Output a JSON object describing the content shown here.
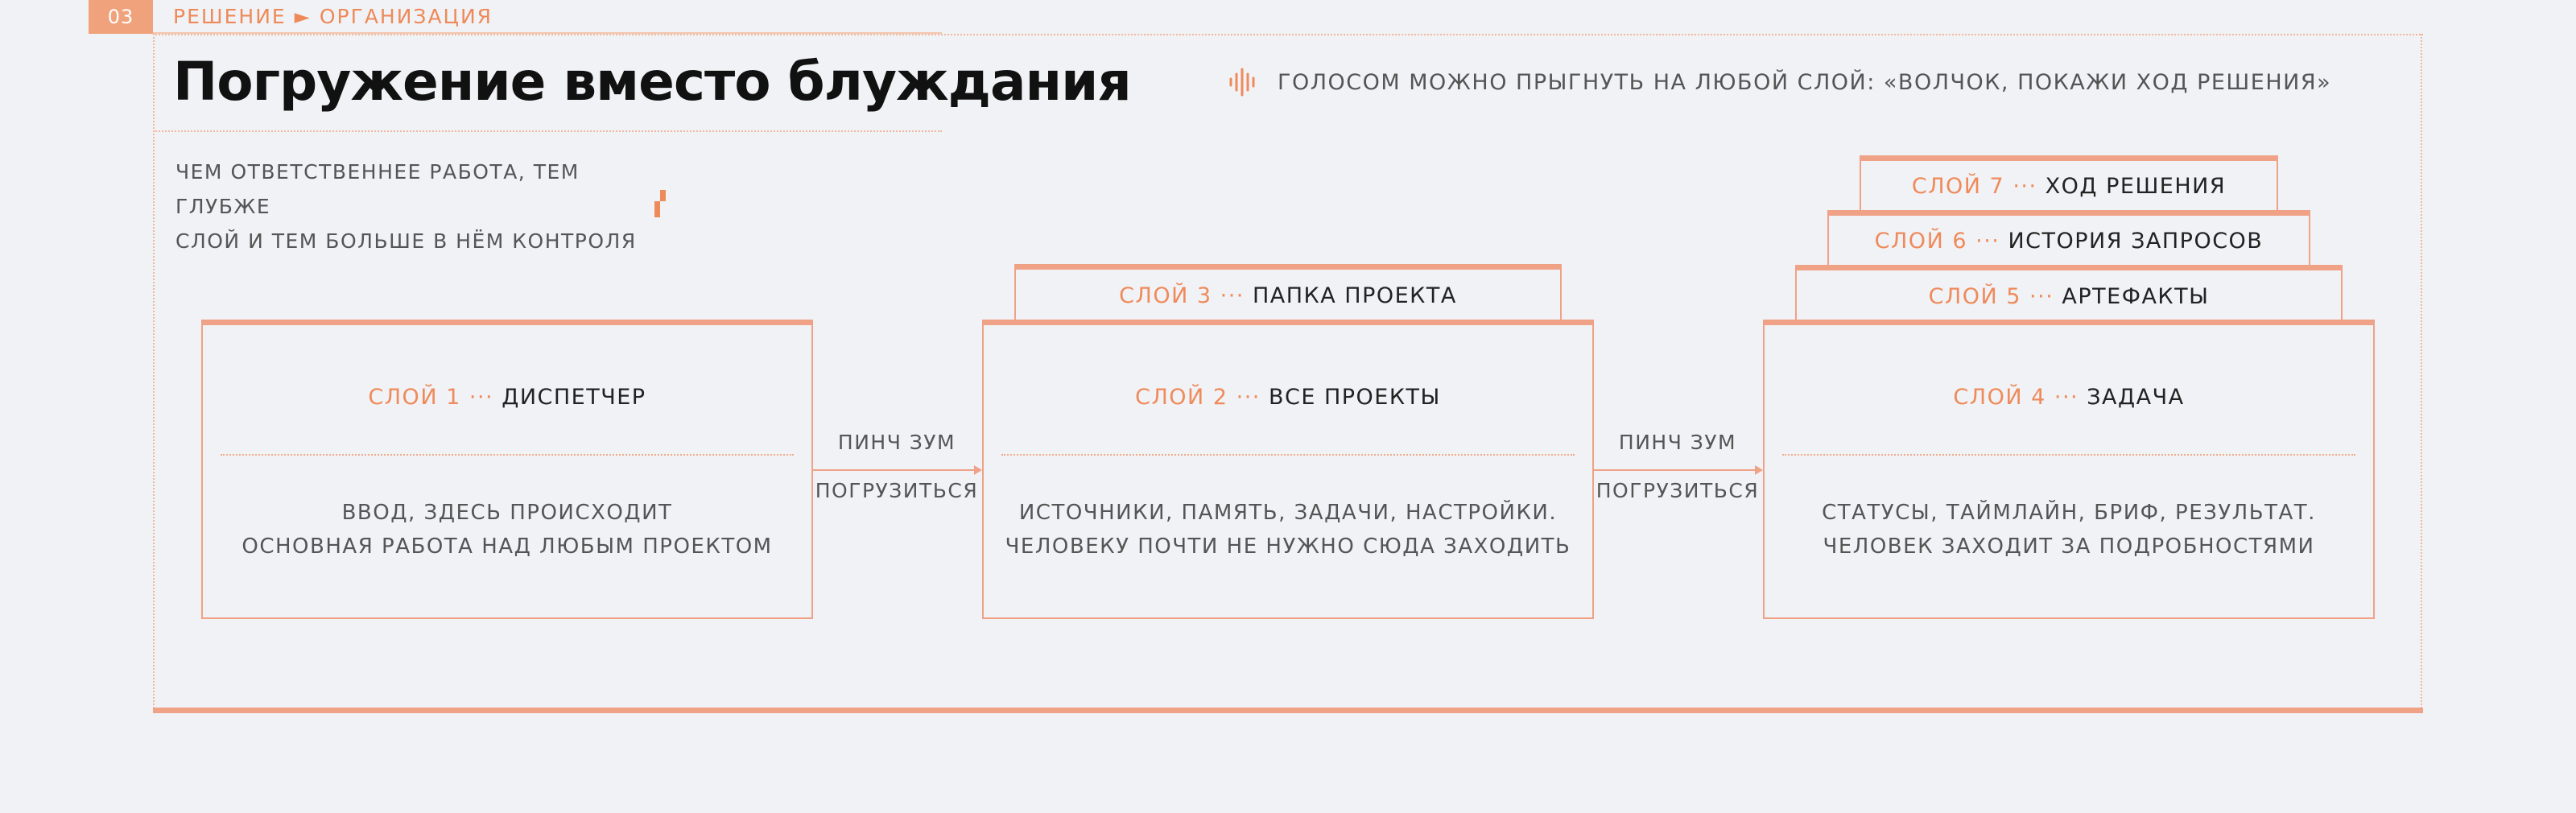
{
  "header": {
    "slide_number": "03",
    "breadcrumb": "РЕШЕНИЕ ► ОРГАНИЗАЦИЯ",
    "title": "Погружение вместо блуждания",
    "subtitle_line1": "ЧЕМ ОТВЕТСТВЕННЕЕ РАБОТА, ТЕМ ГЛУБЖЕ",
    "subtitle_line2": "СЛОЙ И ТЕМ БОЛЬШЕ В НЁМ КОНТРОЛЯ",
    "voice_hint": "ГОЛОСОМ МОЖНО ПРЫГНУТЬ НА ЛЮБОЙ СЛОЙ: «ВОЛЧОК, ПОКАЖИ ХОД РЕШЕНИЯ»",
    "voice_icon": "voice-wave-icon"
  },
  "colors": {
    "accent": "#ef8a5a",
    "frame": "#f0a287",
    "background": "#f1f2f6"
  },
  "layers": {
    "l1": {
      "num": "СЛОЙ 1",
      "dots": "···",
      "name": "ДИСПЕТЧЕР",
      "desc1": "ВВОД, ЗДЕСЬ ПРОИСХОДИТ",
      "desc2": "ОСНОВНАЯ РАБОТА НАД ЛЮБЫМ ПРОЕКТОМ"
    },
    "l2": {
      "num": "СЛОЙ 2",
      "dots": "···",
      "name": "ВСЕ ПРОЕКТЫ",
      "desc1": "ИСТОЧНИКИ, ПАМЯТЬ, ЗАДАЧИ, НАСТРОЙКИ.",
      "desc2": "ЧЕЛОВЕКУ ПОЧТИ НЕ НУЖНО СЮДА ЗАХОДИТЬ"
    },
    "l3": {
      "num": "СЛОЙ 3",
      "dots": "···",
      "name": "ПАПКА ПРОЕКТА"
    },
    "l4": {
      "num": "СЛОЙ 4",
      "dots": "···",
      "name": "ЗАДАЧА",
      "desc1": "СТАТУСЫ, ТАЙМЛАЙН, БРИФ, РЕЗУЛЬТАТ.",
      "desc2": "ЧЕЛОВЕК ЗАХОДИТ ЗА ПОДРОБНОСТЯМИ"
    },
    "l5": {
      "num": "СЛОЙ 5",
      "dots": "···",
      "name": "АРТЕФАКТЫ"
    },
    "l6": {
      "num": "СЛОЙ 6",
      "dots": "···",
      "name": "ИСТОРИЯ ЗАПРОСОВ"
    },
    "l7": {
      "num": "СЛОЙ 7",
      "dots": "···",
      "name": "ХОД РЕШЕНИЯ"
    }
  },
  "connectors": [
    {
      "top": "ПИНЧ ЗУМ",
      "bottom": "ПОГРУЗИТЬСЯ"
    },
    {
      "top": "ПИНЧ ЗУМ",
      "bottom": "ПОГРУЗИТЬСЯ"
    }
  ]
}
